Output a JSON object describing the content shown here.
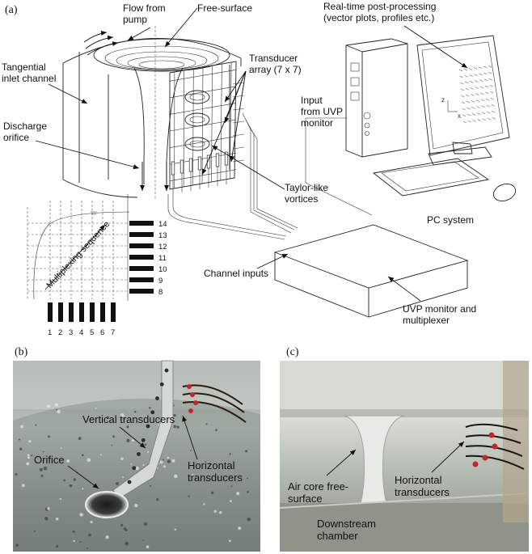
{
  "panel_a": {
    "panel_label": "(a)",
    "labels": {
      "flow_from_pump": [
        "Flow from",
        "pump"
      ],
      "free_surface": "Free-surface",
      "realtime": [
        "Real-time post-processing",
        "(vector plots, profiles etc.)"
      ],
      "tangential": [
        "Tangential",
        "inlet channel"
      ],
      "transducer_array": [
        "Transducer",
        "array (7 x 7)"
      ],
      "input_from_uvp": [
        "Input",
        "from UVP",
        "monitor"
      ],
      "discharge": [
        "Discharge",
        "orifice"
      ],
      "taylor": [
        "Taylor-like",
        "vortices"
      ],
      "pc_system": "PC system",
      "channel_inputs": "Channel inputs",
      "uvp_monitor": [
        "UVP monitor and",
        "multiplexer"
      ],
      "multiplexing": "Multiplexing sequence"
    },
    "axis_labels": {
      "z": "z",
      "x": "x"
    },
    "bottom_numbers": [
      "1",
      "2",
      "3",
      "4",
      "5",
      "6",
      "7"
    ],
    "side_numbers": [
      "14",
      "13",
      "12",
      "11",
      "10",
      "9",
      "8"
    ]
  },
  "panel_b": {
    "panel_label": "(b)",
    "labels": {
      "vertical": "Vertical transducers",
      "orifice": "Orifice",
      "horizontal": [
        "Horizontal",
        "transducers"
      ]
    }
  },
  "panel_c": {
    "panel_label": "(c)",
    "labels": {
      "air_core": [
        "Air core free-",
        "surface"
      ],
      "horizontal": [
        "Horizontal",
        "transducers"
      ],
      "downstream": [
        "Downstream",
        "chamber"
      ]
    }
  }
}
